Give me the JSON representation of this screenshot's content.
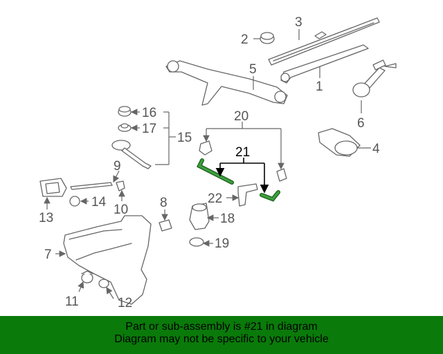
{
  "diagram": {
    "callouts": {
      "c1": "1",
      "c2": "2",
      "c3": "3",
      "c4": "4",
      "c5": "5",
      "c6": "6",
      "c7": "7",
      "c8": "8",
      "c9": "9",
      "c10": "10",
      "c11": "11",
      "c12": "12",
      "c13": "13",
      "c14": "14",
      "c15": "15",
      "c16": "16",
      "c17": "17",
      "c18": "18",
      "c19": "19",
      "c20": "20",
      "c21": "21",
      "c22": "22"
    },
    "highlight_color": "#2e8b2e"
  },
  "banner": {
    "line1": "Part or sub-assembly is #21 in diagram",
    "line2": "Diagram may not be specific to your vehicle",
    "background": "#0a7a0a"
  }
}
